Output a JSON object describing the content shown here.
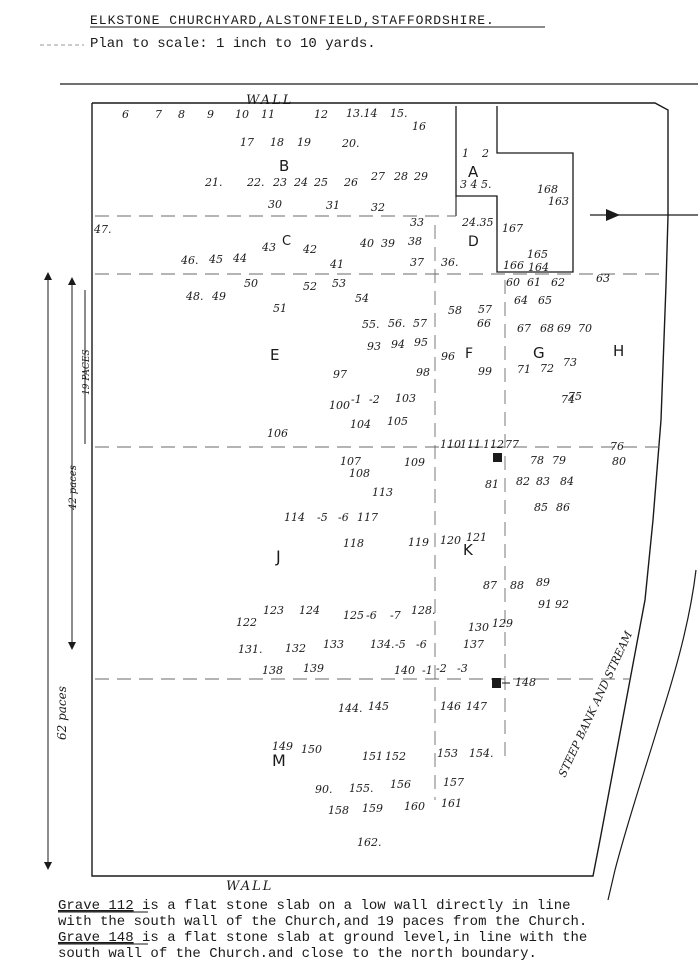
{
  "title": "ELKSTONE CHURCHYARD,ALSTONFIELD,STAFFORDSHIRE.",
  "subtitle": "Plan to scale: 1 inch to 10 yards.",
  "labels": {
    "wall_top": "WALL",
    "wall_bottom": "WALL",
    "paces_19": "19 PACES",
    "paces_42": "42 paces",
    "paces_62": "62 paces",
    "stream": "STEEP BANK AND STREAM"
  },
  "areas": [
    "A",
    "B",
    "C",
    "D",
    "E",
    "F",
    "G",
    "H",
    "J",
    "K",
    "M"
  ],
  "graves": [
    "6",
    "7",
    "8",
    "9",
    "10",
    "11",
    "12",
    "13.14",
    "15.",
    "16",
    "17",
    "18",
    "19",
    "20.",
    "21.",
    "22.",
    "23",
    "24",
    "25",
    "26",
    "27",
    "28",
    "29",
    "30",
    "31",
    "32",
    "1",
    "2",
    "3 4 5.",
    "168",
    "163",
    "47.",
    "33",
    "24.35",
    "167",
    "46.",
    "45",
    "44",
    "43",
    "42",
    "40",
    "39",
    "38",
    "41",
    "37",
    "36.",
    "165",
    "166",
    "164",
    "60",
    "61",
    "62",
    "63",
    "48.",
    "49",
    "50",
    "52",
    "53",
    "54",
    "51",
    "58",
    "57",
    "64",
    "65",
    "55.",
    "56.",
    "57",
    "66",
    "67",
    "68",
    "69",
    "70",
    "93",
    "94",
    "95",
    "96",
    "97",
    "98",
    "99",
    "71",
    "72",
    "73",
    "100",
    "-1",
    "-2",
    "103",
    "104",
    "105",
    "74",
    "75",
    "106",
    "110",
    "111",
    "112",
    "77",
    "76",
    "80",
    "107",
    "108",
    "109",
    "78",
    "79",
    "81",
    "82",
    "83",
    "84",
    "113",
    "85",
    "86",
    "114",
    "-5",
    "-6",
    "117",
    "118",
    "119",
    "120",
    "121",
    "87",
    "88",
    "89",
    "91",
    "92",
    "122",
    "123",
    "124",
    "125",
    "-6",
    "-7",
    "128.",
    "130",
    "129",
    "131.",
    "132",
    "133",
    "134.",
    "-5",
    "-6",
    "137",
    "138",
    "139",
    "140",
    "-1",
    "-2",
    "-3",
    "148",
    "144.",
    "145",
    "146",
    "147",
    "149",
    "150",
    "151",
    "152",
    "153",
    "154.",
    "90.",
    "155.",
    "156",
    "157",
    "158",
    "159",
    "160",
    "161",
    "162."
  ],
  "notes": [
    {
      "grave": "Grave 112",
      "line1": " is a flat stone slab on a low wall directly in line",
      "line2": "with the south wall of the Church,and 19 paces from the Church."
    },
    {
      "grave": "Grave 148",
      "line1": " is a flat stone slab at ground level,in line with the",
      "line2": "south wall of the Church.and close to the north boundary."
    }
  ]
}
